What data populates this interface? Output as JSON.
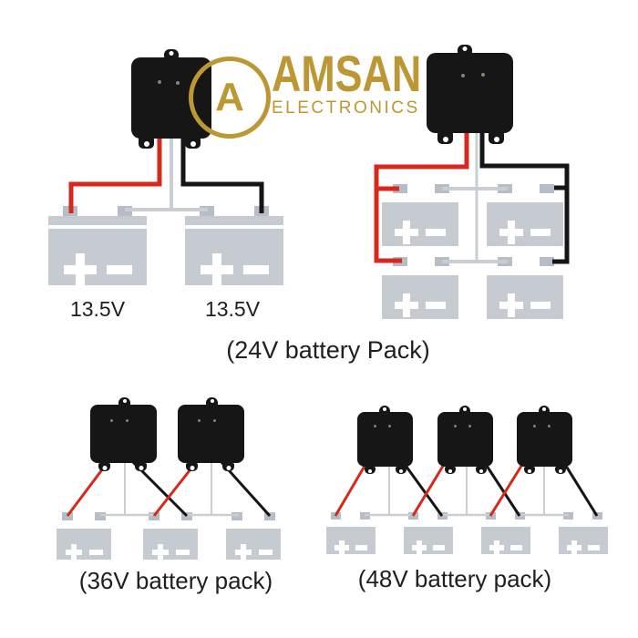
{
  "brand": {
    "logo_letter": "A",
    "name": "AMSAN",
    "subtitle": "ELECTRONICS"
  },
  "diagrams": {
    "pair_12v": {
      "battery_left_label": "13.5V",
      "battery_right_label": "13.5V",
      "batteries": 2,
      "equalizers": 1
    },
    "pack_24v": {
      "caption": "(24V battery Pack)",
      "batteries": 4,
      "equalizers": 1
    },
    "pack_36v": {
      "caption": "(36V battery pack)",
      "batteries": 3,
      "equalizers": 2
    },
    "pack_48v": {
      "caption": "(48V battery pack)",
      "batteries": 4,
      "equalizers": 3
    }
  },
  "colors": {
    "gold": "#bd9733",
    "wire-red": "#d6291b",
    "wire-black": "#151515",
    "wire-gray": "#c9ced5",
    "battery-gray": "#c6cbd2",
    "terminal-gray": "#b7bdc6",
    "device-black": "#161616",
    "symbol-white": "#ffffff",
    "text-dark": "#1f1f1f",
    "background": "#ffffff"
  }
}
